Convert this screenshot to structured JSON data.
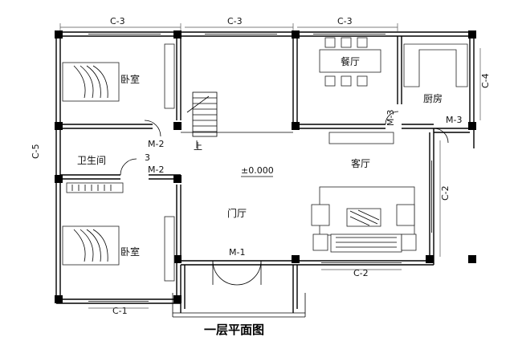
{
  "plan": {
    "title": "一层平面图",
    "rooms": {
      "bedroom_top": "卧室",
      "bedroom_bottom": "卧室",
      "dining": "餐厅",
      "kitchen": "厨房",
      "bathroom": "卫生间",
      "living": "客厅",
      "foyer": "门厅",
      "elevation": "±0.000",
      "stair_up": "上"
    },
    "windows": {
      "c3_left": "C-3",
      "c3_mid": "C-3",
      "c3_right": "C-3",
      "c4": "C-4",
      "c5": "C-5",
      "c2_right": "C-2",
      "c2_bottom": "C-2",
      "c1": "C-1"
    },
    "doors": {
      "m2_upper": "M-2",
      "m2_lower": "M-2",
      "m3_bath": "3",
      "m3_kitchen_vertical": "M-3",
      "m3_kitchen": "M-3",
      "m1": "M-1"
    }
  }
}
